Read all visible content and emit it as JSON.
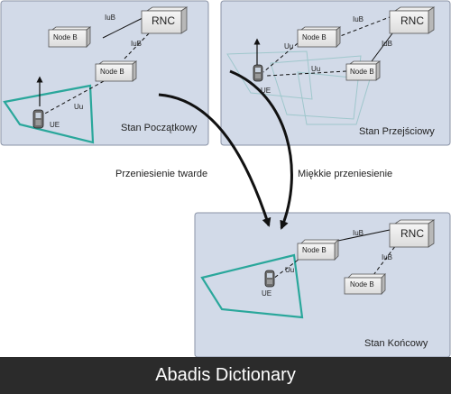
{
  "panels": {
    "initial": {
      "title": "Stan Początkowy",
      "rnc": "RNC",
      "node_b_top": "Node B",
      "node_b_main": "Node B",
      "iub_1": "IuB",
      "iub_2": "IuB",
      "uu": "Uu",
      "ue": "UE"
    },
    "transition": {
      "title": "Stan Przejściowy",
      "rnc": "RNC",
      "node_b_1": "Node B",
      "node_b_2": "Node B",
      "iub_1": "IuB",
      "iub_2": "IuB",
      "uu_1": "Uu",
      "uu_2": "Uu",
      "ue": "UE"
    },
    "final": {
      "title": "Stan Końcowy",
      "rnc": "RNC",
      "node_b_main": "Node B",
      "node_b_bottom": "Node B",
      "iub_1": "IuB",
      "iub_2": "IuB",
      "uu": "Uu",
      "ue": "UE"
    }
  },
  "transitions": {
    "hard": "Przeniesienie twarde",
    "soft": "Miękkie przeniesienie"
  },
  "footer": {
    "text": "Abadis Dictionary"
  },
  "colors": {
    "panel_bg": "#d2dae8",
    "panel_border": "#8a93a6",
    "coverage": "#2aa79b",
    "footer_bg": "#2b2b2b"
  }
}
